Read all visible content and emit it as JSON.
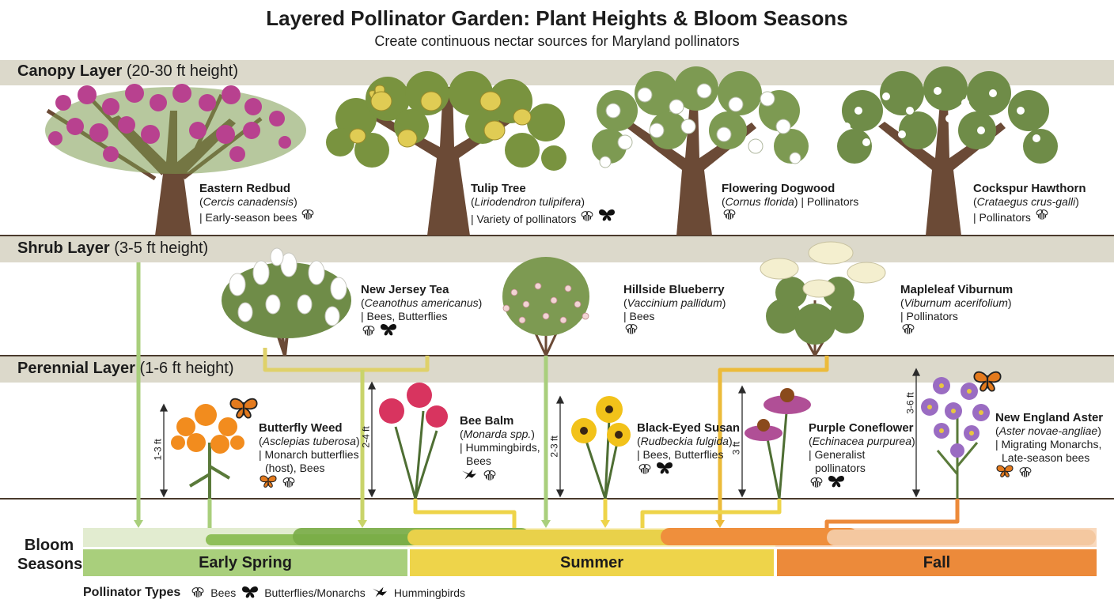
{
  "header": {
    "title": "Layered Pollinator Garden: Plant Heights & Bloom Seasons",
    "subtitle": "Create continuous nectar sources for Maryland pollinators"
  },
  "layers": {
    "canopy": {
      "name": "Canopy Layer",
      "height": "(20-30 ft height)"
    },
    "shrub": {
      "name": "Shrub Layer",
      "height": "(3-5 ft height)"
    },
    "perennial": {
      "name": "Perennial Layer",
      "height": "(1-6 ft height)"
    }
  },
  "plants": {
    "redbud": {
      "name": "Eastern Redbud",
      "scientific": "Cercis canadensis",
      "pollinators": "| Early-season bees",
      "icons": [
        "bee-icon"
      ],
      "color": "#b8418f"
    },
    "tulip": {
      "name": "Tulip Tree",
      "scientific": "Liriodendron tulipifera",
      "pollinators": "| Variety of pollinators",
      "icons": [
        "bee-icon",
        "butterfly-icon"
      ],
      "color": "#d8c14a"
    },
    "dogwood": {
      "name": "Flowering Dogwood",
      "scientific": "Cornus florida",
      "pollinators": "| Pollinators",
      "icons": [
        "bee-icon"
      ],
      "color": "#ffffff"
    },
    "hawthorn": {
      "name": "Cockspur Hawthorn",
      "scientific": "Crataegus crus-galli",
      "pollinators": "| Pollinators",
      "icons": [
        "bee-icon"
      ],
      "color": "#ffffff"
    },
    "njtea": {
      "name": "New Jersey Tea",
      "scientific": "Ceanothus americanus",
      "pollinators": "| Bees, Butterflies",
      "icons": [
        "bee-icon",
        "butterfly-icon"
      ],
      "color": "#ffffff"
    },
    "blueberry": {
      "name": "Hillside Blueberry",
      "scientific": "Vaccinium pallidum",
      "pollinators": "| Bees",
      "icons": [
        "bee-icon"
      ],
      "color": "#f2d4d4"
    },
    "viburnum": {
      "name": "Mapleleaf Viburnum",
      "scientific": "Viburnum acerifolium",
      "pollinators": "| Pollinators",
      "icons": [
        "bee-icon"
      ],
      "color": "#f4efcf"
    },
    "butterflyweed": {
      "name": "Butterfly Weed",
      "scientific": "Asclepias tuberosa",
      "pollinators_line1": "| Monarch butterflies",
      "pollinators_line2": "(host), Bees",
      "height": "1-3 ft",
      "icons": [
        "monarch-icon",
        "bee-icon"
      ],
      "color": "#f28c1e"
    },
    "beebalm": {
      "name": "Bee Balm",
      "scientific": "Monarda spp.",
      "pollinators_line1": "| Hummingbirds,",
      "pollinators_line2": "Bees",
      "height": "2-4 ft",
      "icons": [
        "hummingbird-icon",
        "bee-icon"
      ],
      "color": "#d8345f"
    },
    "blackeyed": {
      "name": "Black-Eyed Susan",
      "scientific": "Rudbeckia fulgida",
      "pollinators": "| Bees, Butterflies",
      "height": "2-3 ft",
      "icons": [
        "bee-icon",
        "butterfly-icon"
      ],
      "color": "#f2c21a"
    },
    "coneflower": {
      "name": "Purple Coneflower",
      "scientific": "Echinacea purpurea",
      "pollinators_line1": "| Generalist",
      "pollinators_line2": "pollinators",
      "height": "3 ft",
      "icons": [
        "bee-icon",
        "butterfly-icon"
      ],
      "color": "#b04f96"
    },
    "aster": {
      "name": "New England Aster",
      "scientific": "Aster novae-angliae",
      "pollinators_line1": "| Migrating Monarchs,",
      "pollinators_line2": "Late-season bees",
      "height": "3-6 ft",
      "icons": [
        "monarch-icon",
        "bee-icon"
      ],
      "color": "#9a6cc2"
    }
  },
  "bloom": {
    "title": "Bloom Seasons",
    "seasons": [
      {
        "label": "Early Spring",
        "color": "#a9cf7c"
      },
      {
        "label": "Summer",
        "color": "#eed44a"
      },
      {
        "label": "Fall",
        "color": "#ec8a3a"
      }
    ]
  },
  "legend": {
    "title": "Pollinator Types",
    "items": [
      {
        "icon": "bee-icon",
        "label": "Bees"
      },
      {
        "icon": "butterfly-icon",
        "label": "Butterflies/Monarchs"
      },
      {
        "icon": "hummingbird-icon",
        "label": "Hummingbirds"
      }
    ]
  }
}
